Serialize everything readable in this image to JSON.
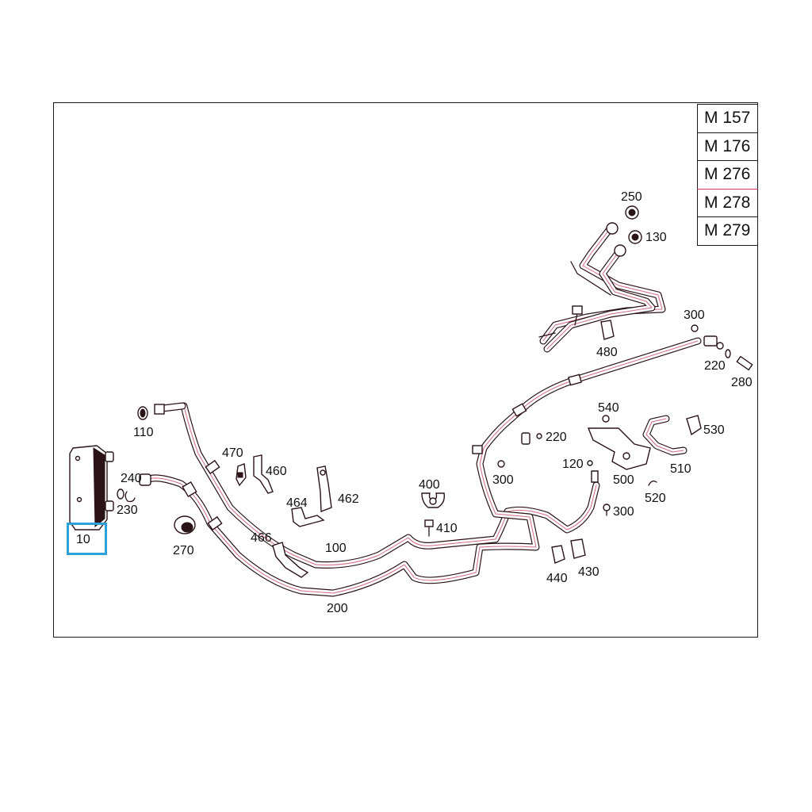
{
  "variants": [
    "M 157",
    "M 176",
    "M 276",
    "M 278",
    "M 279"
  ],
  "highlighted_part": "10",
  "colors": {
    "pipe_tint": "#d46a82",
    "highlight": "#2ea1d8",
    "frame": "#1a1a1a"
  },
  "parts": {
    "p10": "10",
    "p100": "100",
    "p110": "110",
    "p120": "120",
    "p130": "130",
    "p200": "200",
    "p220a": "220",
    "p220b": "220",
    "p230": "230",
    "p240": "240",
    "p250": "250",
    "p270": "270",
    "p280": "280",
    "p300a": "300",
    "p300b": "300",
    "p300c": "300",
    "p400": "400",
    "p410": "410",
    "p430": "430",
    "p440": "440",
    "p460": "460",
    "p462": "462",
    "p464": "464",
    "p466": "466",
    "p470": "470",
    "p480": "480",
    "p500": "500",
    "p510": "510",
    "p520": "520",
    "p530": "530",
    "p540": "540"
  }
}
